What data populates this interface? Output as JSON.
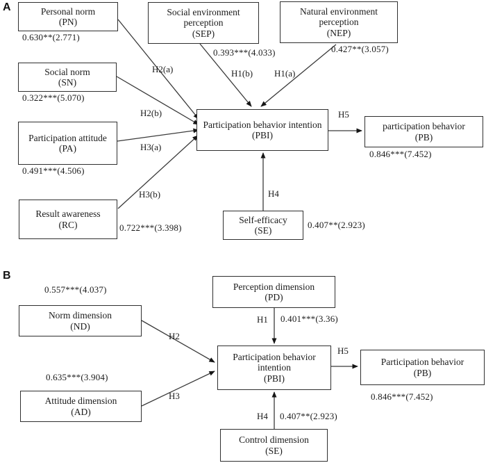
{
  "figure": {
    "panels": [
      {
        "label": "A",
        "boxes": [
          {
            "id": "pn",
            "title": "Personal norm",
            "abbr": "(PN)"
          },
          {
            "id": "sep",
            "title": "Social environment perception",
            "abbr": "(SEP)"
          },
          {
            "id": "nep",
            "title": "Natural environment perception",
            "abbr": "(NEP)"
          },
          {
            "id": "sn",
            "title": "Social norm",
            "abbr": "(SN)"
          },
          {
            "id": "pa",
            "title": "Participation attitude",
            "abbr": "(PA)"
          },
          {
            "id": "rc",
            "title": "Result awareness",
            "abbr": "(RC)"
          },
          {
            "id": "pbiA",
            "title": "Participation behavior intention",
            "abbr": "(PBI)"
          },
          {
            "id": "pbA",
            "title": "participation behavior",
            "abbr": "(PB)"
          },
          {
            "id": "seA",
            "title": "Self-efficacy",
            "abbr": "(SE)"
          }
        ],
        "coefficients": [
          {
            "id": "c-pn",
            "text": "0.630**(2.771)"
          },
          {
            "id": "c-sep",
            "text": "0.393***(4.033)"
          },
          {
            "id": "c-nep",
            "text": "0.427**(3.057)"
          },
          {
            "id": "c-sn",
            "text": "0.322***(5.070)"
          },
          {
            "id": "c-pa",
            "text": "0.491***(4.506)"
          },
          {
            "id": "c-rc",
            "text": "0.722***(3.398)"
          },
          {
            "id": "c-pbA",
            "text": "0.846***(7.452)"
          },
          {
            "id": "c-seA",
            "text": "0.407**(2.923)"
          }
        ],
        "hypotheses": [
          {
            "id": "h2a",
            "text": "H2(a)"
          },
          {
            "id": "h1b",
            "text": "H1(b)"
          },
          {
            "id": "h1a",
            "text": "H1(a)"
          },
          {
            "id": "h2b",
            "text": "H2(b)"
          },
          {
            "id": "h3a",
            "text": "H3(a)"
          },
          {
            "id": "h3b",
            "text": "H3(b)"
          },
          {
            "id": "h5A",
            "text": "H5"
          },
          {
            "id": "h4A",
            "text": "H4"
          }
        ]
      },
      {
        "label": "B",
        "boxes": [
          {
            "id": "nd",
            "title": "Norm dimension",
            "abbr": "(ND)"
          },
          {
            "id": "ad",
            "title": "Attitude dimension",
            "abbr": "(AD)"
          },
          {
            "id": "pd",
            "title": "Perception dimension",
            "abbr": "(PD)"
          },
          {
            "id": "pbiB",
            "title": "Participation behavior intention",
            "abbr": "(PBI)"
          },
          {
            "id": "pbB",
            "title": "Participation behavior",
            "abbr": "(PB)"
          },
          {
            "id": "cd",
            "title": "Control dimension",
            "abbr": "(SE)"
          }
        ],
        "coefficients": [
          {
            "id": "c-nd",
            "text": "0.557***(4.037)"
          },
          {
            "id": "c-ad",
            "text": "0.635***(3.904)"
          },
          {
            "id": "c-pd",
            "text": "0.401***(3.36)"
          },
          {
            "id": "c-cd",
            "text": "0.407**(2.923)"
          },
          {
            "id": "c-pbB",
            "text": "0.846***(7.452)"
          }
        ],
        "hypotheses": [
          {
            "id": "h2",
            "text": "H2"
          },
          {
            "id": "h3",
            "text": "H3"
          },
          {
            "id": "h1",
            "text": "H1"
          },
          {
            "id": "h4",
            "text": "H4"
          },
          {
            "id": "h5B",
            "text": "H5"
          }
        ]
      }
    ],
    "colors": {
      "line": "#3a3a3a",
      "border": "#2e2e2e",
      "text": "#1b1b1b",
      "background": "#ffffff"
    }
  }
}
